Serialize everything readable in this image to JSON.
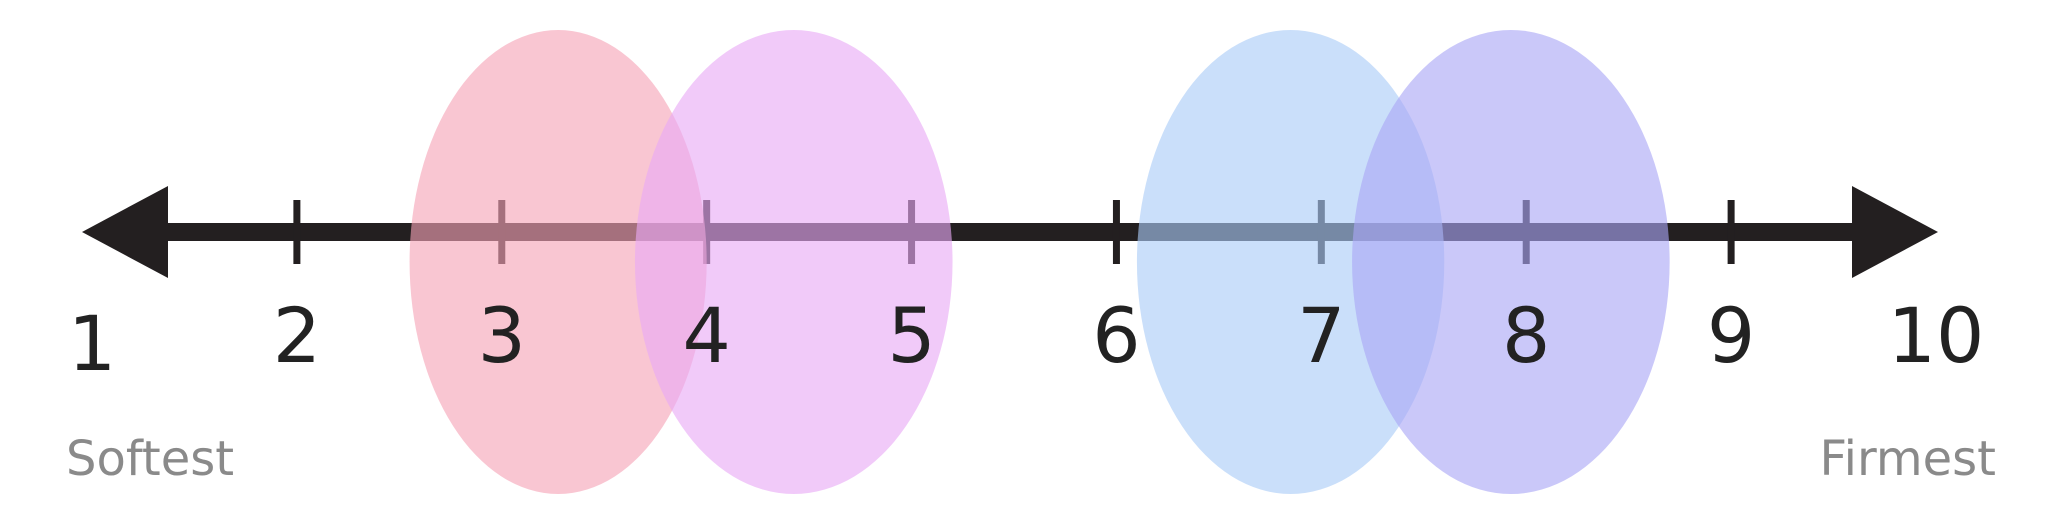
{
  "scale": {
    "min": 1,
    "max": 10,
    "ticks": [
      1,
      2,
      3,
      4,
      5,
      6,
      7,
      8,
      9,
      10
    ],
    "tick_labels": [
      "1",
      "2",
      "3",
      "4",
      "5",
      "6",
      "7",
      "8",
      "9",
      "10"
    ],
    "left_label": "Softest",
    "right_label": "Firmest",
    "line_color": "#231f20"
  },
  "zones": [
    {
      "from": 2.55,
      "to": 4.0,
      "color": "#f5a3b7"
    },
    {
      "from": 3.65,
      "to": 5.2,
      "color": "#e8aaf5"
    },
    {
      "from": 6.1,
      "to": 7.6,
      "color": "#a9cbf7"
    },
    {
      "from": 7.15,
      "to": 8.7,
      "color": "#aaa6f5"
    }
  ]
}
